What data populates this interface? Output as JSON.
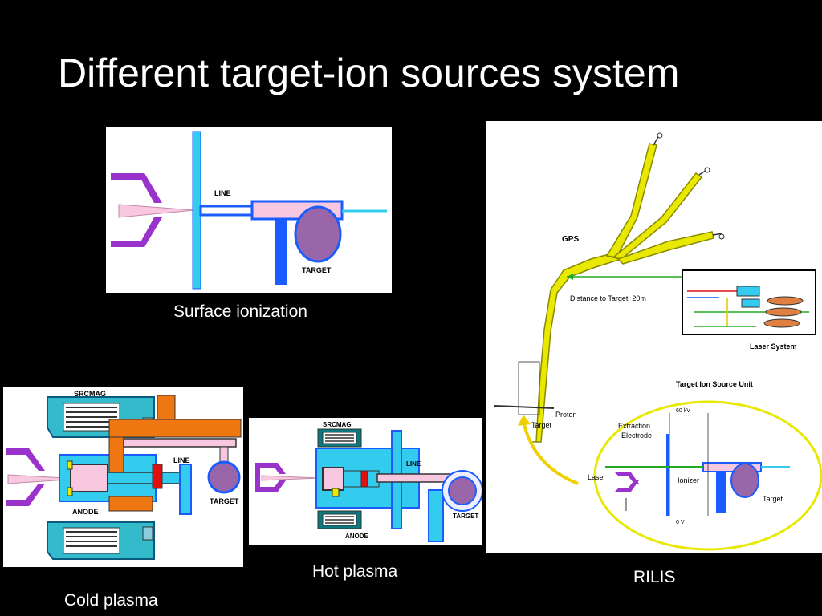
{
  "slide": {
    "title": "Different target-ion sources system"
  },
  "panels": {
    "surface": {
      "caption": "Surface ionization",
      "labels": {
        "line": "LINE",
        "target": "TARGET"
      }
    },
    "cold": {
      "caption": "Cold plasma",
      "labels": {
        "srcmag": "SRCMAG",
        "line": "LINE",
        "anode": "ANODE",
        "target": "TARGET"
      }
    },
    "hot": {
      "caption": "Hot plasma",
      "labels": {
        "srcmag": "SRCMAG",
        "line": "LINE",
        "anode": "ANODE",
        "target": "TARGET"
      }
    },
    "rilis": {
      "caption": "RILIS",
      "labels": {
        "gps": "GPS",
        "distance": "Distance to Target: 20m",
        "laser_system": "Laser System",
        "proton": "Proton",
        "target": "Target",
        "unit_title": "Target Ion Source Unit",
        "extraction": "Extraction",
        "electrode": "Electrode",
        "laser": "Laser",
        "ionizer": "Ionizer",
        "target2": "Target",
        "kv60": "60 kV",
        "v0": "0 V"
      }
    }
  },
  "colors": {
    "background": "#000000",
    "text": "#ffffff",
    "cyan": "#33ccee",
    "blue": "#1a5cff",
    "purple": "#9933cc",
    "orange": "#ee7711",
    "yellow": "#e8e800"
  }
}
